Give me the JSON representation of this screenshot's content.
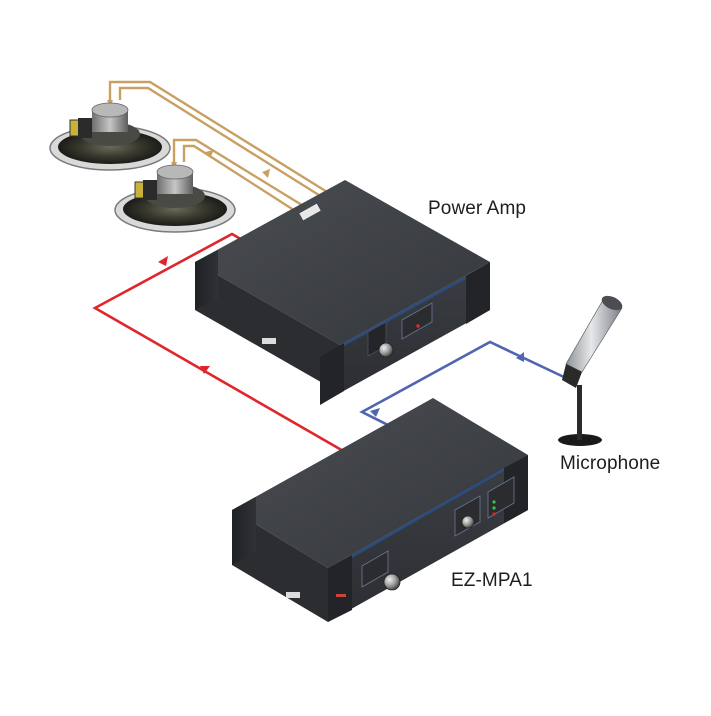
{
  "labels": {
    "power_amp": "Power Amp",
    "microphone": "Microphone",
    "preamp": "EZ-MPA1"
  },
  "colors": {
    "audio_line": "#e0262a",
    "mic_line": "#4f65b0",
    "speaker_line": "#c9a064",
    "chassis_top": "#3d4044",
    "chassis_front": "#34373b",
    "chassis_side": "#2a2c2f",
    "panel_accent": "#2a4f86"
  },
  "icons": {
    "speaker": "speaker-icon",
    "microphone": "microphone-icon",
    "arrow": "arrow-icon",
    "knob": "knob-icon"
  }
}
